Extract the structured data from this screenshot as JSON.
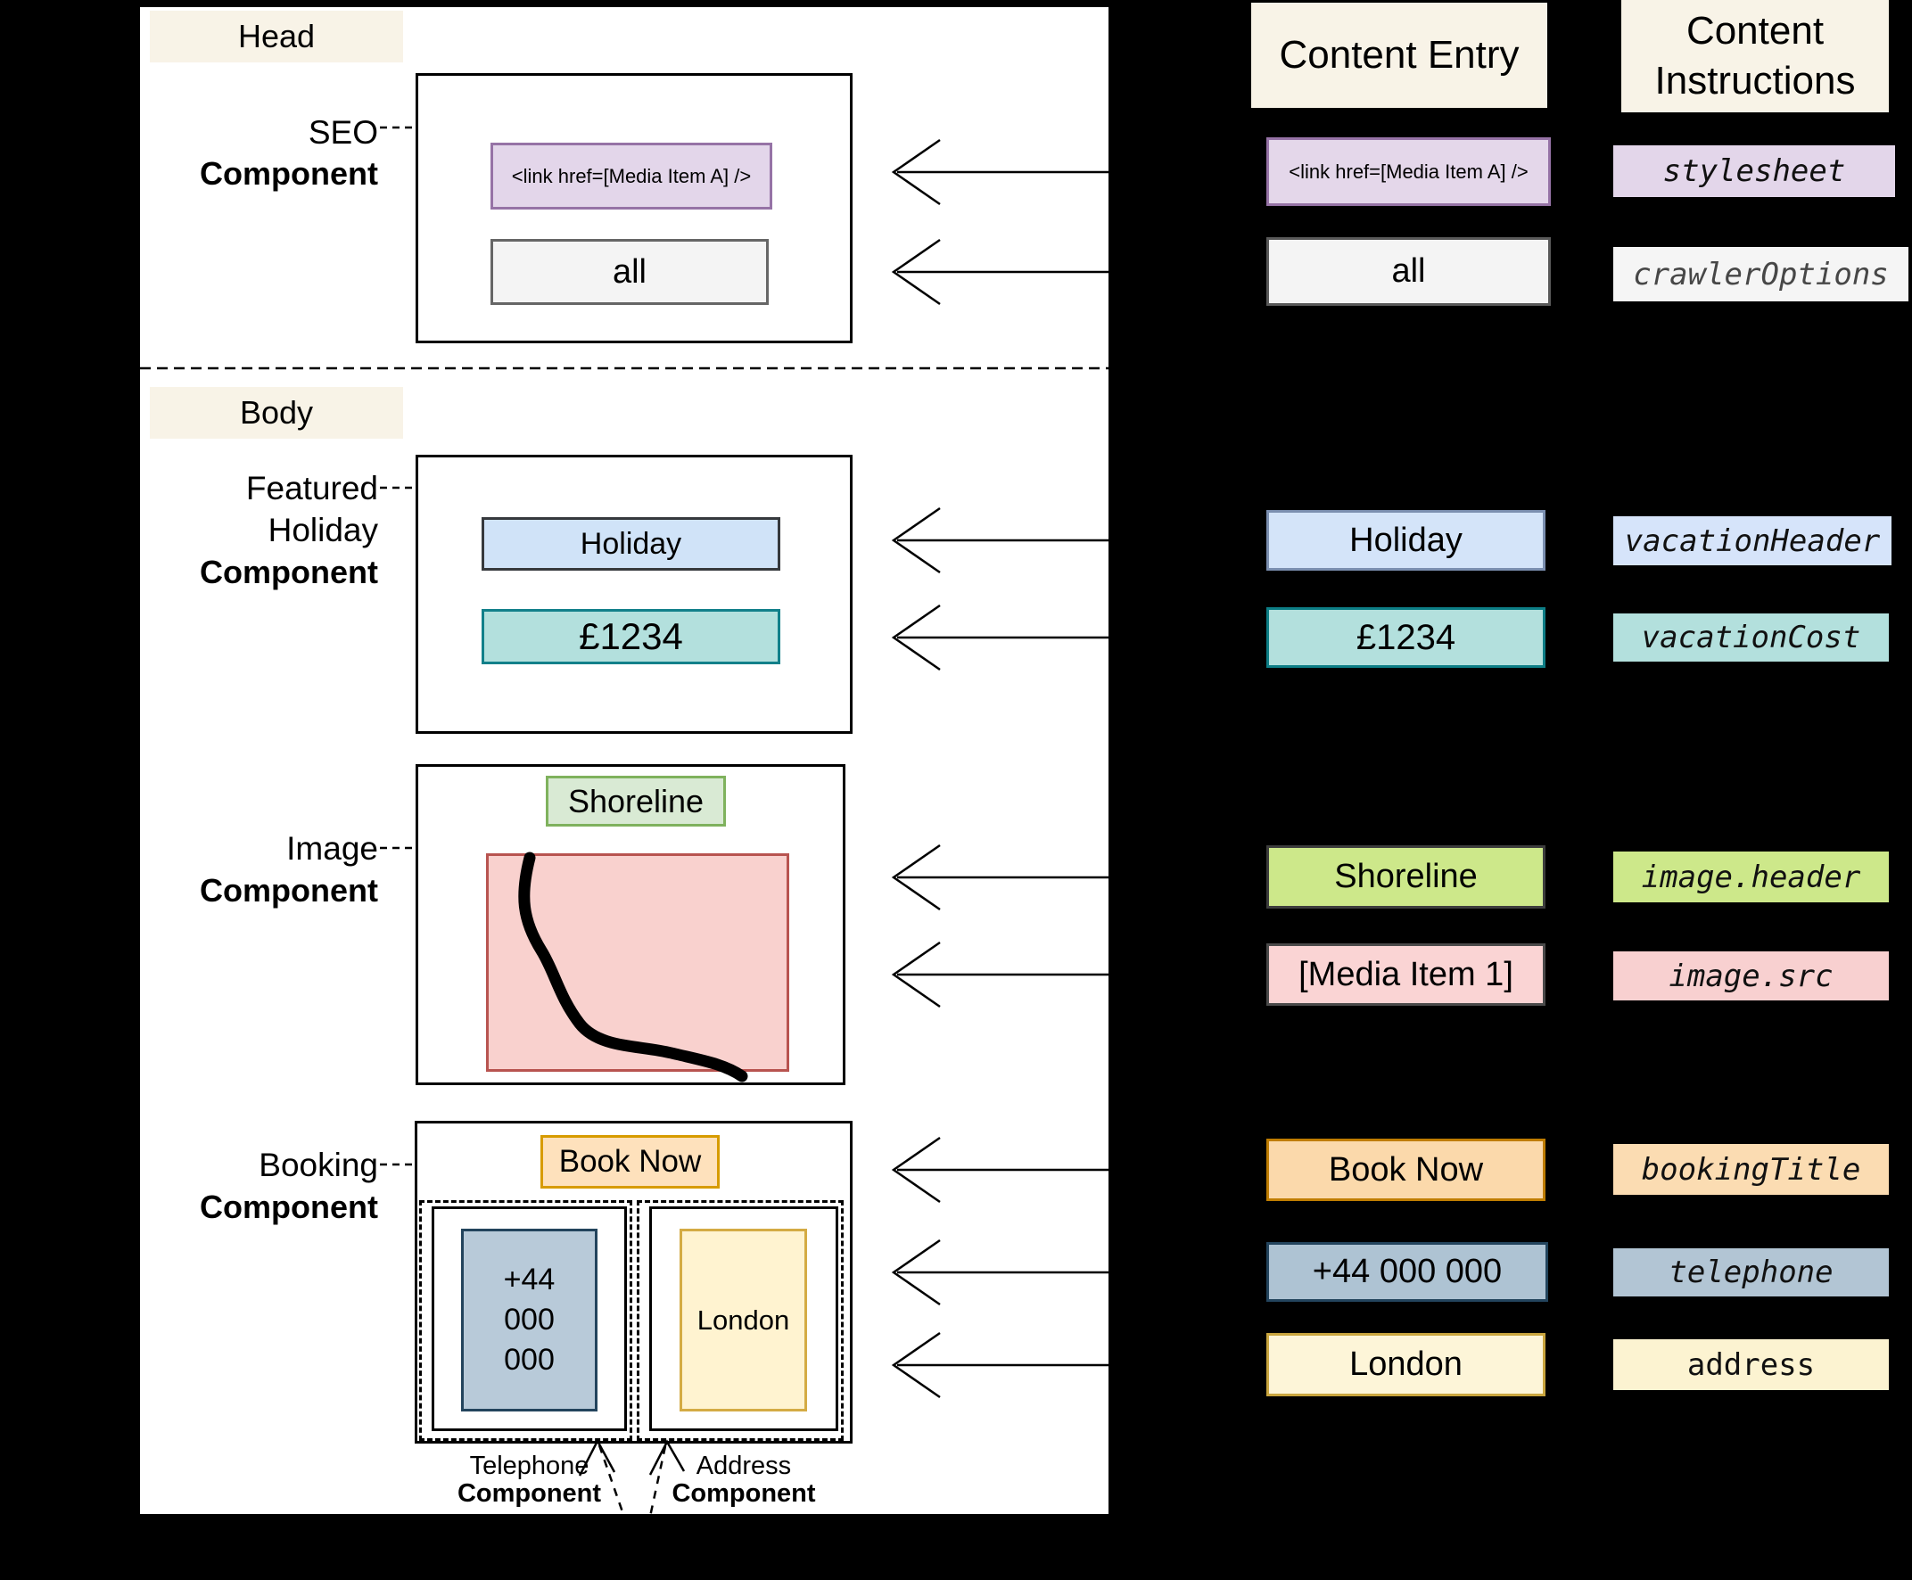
{
  "colors": {
    "beige": "#f8f3e7",
    "purple_fill": "#e3d6ea",
    "purple_border": "#9673a6",
    "gray_fill": "#f4f4f4",
    "gray_border": "#666666",
    "blue_diag_fill": "#d0e3f8",
    "blue_diag_border": "#36393d",
    "teal_fill": "#b3e0dd",
    "teal_border": "#12808a",
    "green_fill": "#d9ead4",
    "green_border": "#7fb25d",
    "pink_diag_fill": "#f9d1ce",
    "pink_diag_border": "#b85450",
    "orange_diag_fill": "#fee1bc",
    "orange_diag_border": "#d79b00",
    "bluegray_fill": "#b8cad9",
    "bluegray_border": "#23445d",
    "yellow_diag_fill": "#fff3d0",
    "yellow_diag_border": "#d4ab44"
  },
  "left_panel": {
    "head_section_label": "Head",
    "body_section_label": "Body",
    "seo": {
      "name": "SEO",
      "component_word": "Component",
      "link_text": "<link href=[Media Item A] />",
      "crawler_text": "all"
    },
    "featured_holiday": {
      "line1": "Featured",
      "line2": "Holiday",
      "component_word": "Component",
      "header_text": "Holiday",
      "cost_text": "£1234"
    },
    "image": {
      "name": "Image",
      "component_word": "Component",
      "header_text": "Shoreline"
    },
    "booking": {
      "name": "Booking",
      "component_word": "Component",
      "title_text": "Book Now",
      "telephone_text": "+44 000 000",
      "address_text": "London",
      "telephone_label": {
        "line1": "Telephone",
        "line2": "Component"
      },
      "address_label": {
        "line1": "Address",
        "line2": "Component"
      }
    }
  },
  "right_columns": {
    "entry_header": "Content Entry",
    "instructions_header_line1": "Content",
    "instructions_header_line2": "Instructions",
    "rows": [
      {
        "entry": "<link href=[Media Item A] />",
        "instruction": "stylesheet",
        "entry_fill": "#e4d7ea",
        "entry_border": "#9673a6",
        "instr_fill": "#e3d6ea",
        "instr_color": "#111111"
      },
      {
        "entry": "all",
        "instruction": "crawlerOptions",
        "entry_fill": "#f4f4f4",
        "entry_border": "#595959",
        "instr_fill": "#f5f5f5",
        "instr_color": "#474747"
      },
      {
        "entry": "Holiday",
        "instruction": "vacationHeader",
        "entry_fill": "#d4e4f9",
        "entry_border": "#7b8fb0",
        "instr_fill": "#d6e4fa",
        "instr_color": "#111111"
      },
      {
        "entry": "£1234",
        "instruction": "vacationCost",
        "entry_fill": "#b3e0dd",
        "entry_border": "#0d7e86",
        "instr_fill": "#b3e0dd",
        "instr_color": "#111111"
      },
      {
        "entry": "Shoreline",
        "instruction": "image.header",
        "entry_fill": "#cde88a",
        "entry_border": "#3d3d3d",
        "instr_fill": "#cde88a",
        "instr_color": "#111111"
      },
      {
        "entry": "[Media Item 1]",
        "instruction": "image.src",
        "entry_fill": "#fad4d4",
        "entry_border": "#4a4a4a",
        "instr_fill": "#f8d0d0",
        "instr_color": "#111111"
      },
      {
        "entry": "Book Now",
        "instruction": "bookingTitle",
        "entry_fill": "#fbd9ab",
        "entry_border": "#bf7d01",
        "instr_fill": "#fbdcb2",
        "instr_color": "#111111"
      },
      {
        "entry": "+44 000 000",
        "instruction": "telephone",
        "entry_fill": "#aec3d3",
        "entry_border": "#23445d",
        "instr_fill": "#b2c5d4",
        "instr_color": "#111111"
      },
      {
        "entry": "London",
        "instruction": "address",
        "entry_fill": "#fdf5d8",
        "entry_border": "#c9a53e",
        "instr_fill": "#fcf3d1",
        "instr_color": "#111111"
      }
    ]
  }
}
